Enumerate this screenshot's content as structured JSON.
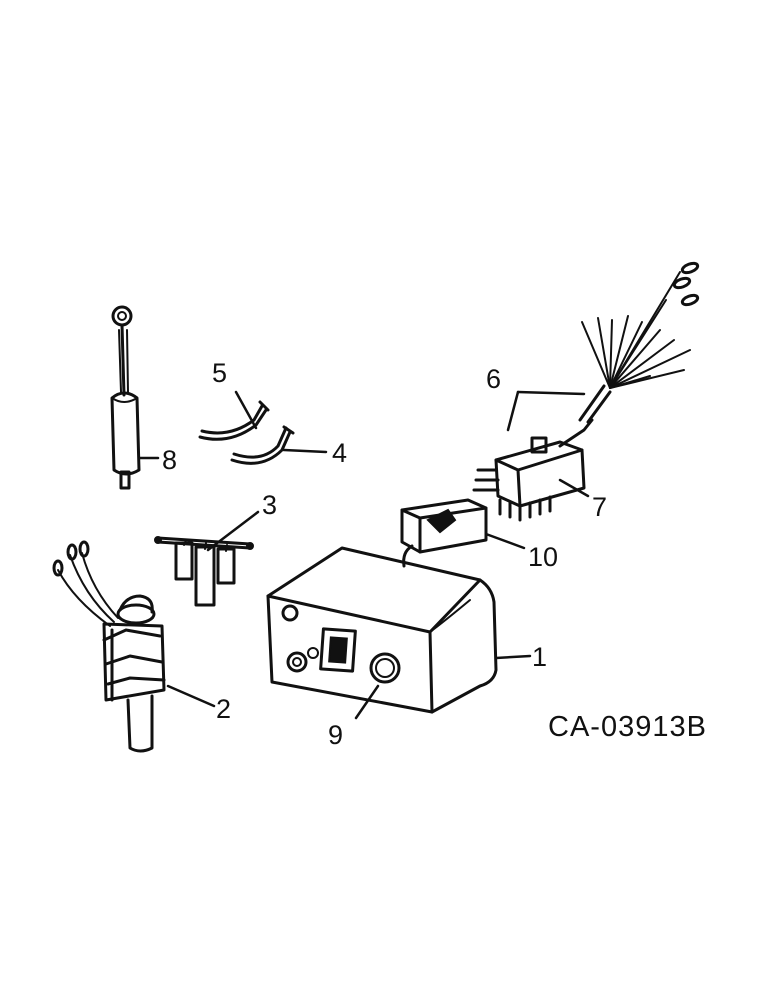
{
  "callouts": {
    "c1": "1",
    "c2": "2",
    "c3": "3",
    "c4": "4",
    "c5": "5",
    "c6": "6",
    "c7": "7",
    "c8": "8",
    "c9": "9",
    "c10": "10"
  },
  "drawing_number": "CA-03913B"
}
